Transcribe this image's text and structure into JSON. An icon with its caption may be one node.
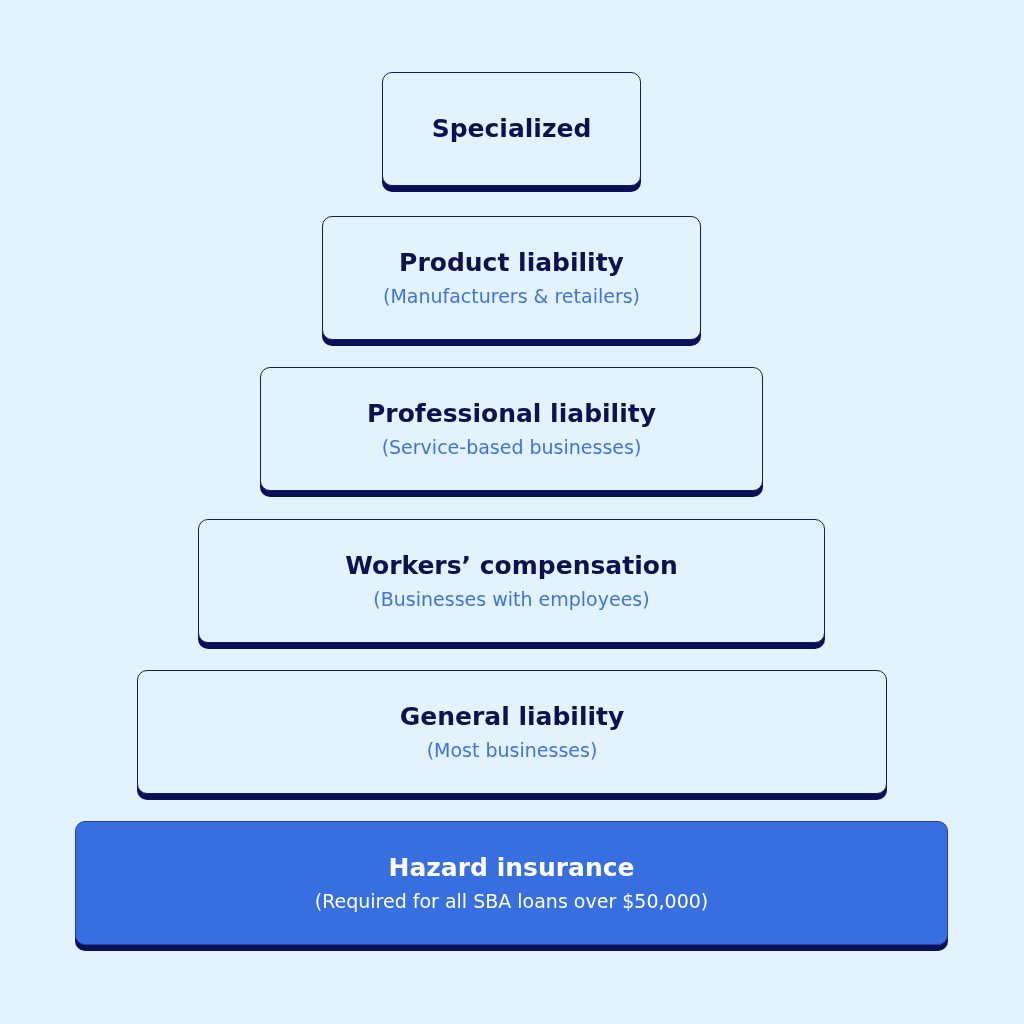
{
  "diagram": {
    "nodes": [
      {
        "text": [
          "Specialized"
        ]
      },
      {
        "text": [
          "Product liability",
          "(Manufacturers & retailers)"
        ]
      },
      {
        "text": [
          "Professional liability",
          "(Service-based businesses)"
        ]
      },
      {
        "text": [
          "Workers’ compensation",
          "(Businesses with employees)"
        ]
      },
      {
        "text": [
          "General liability",
          "(Most businesses)"
        ]
      },
      {
        "text": [
          "Hazard insurance",
          "(Required for all SBA loans over $50,000)"
        ]
      }
    ]
  }
}
